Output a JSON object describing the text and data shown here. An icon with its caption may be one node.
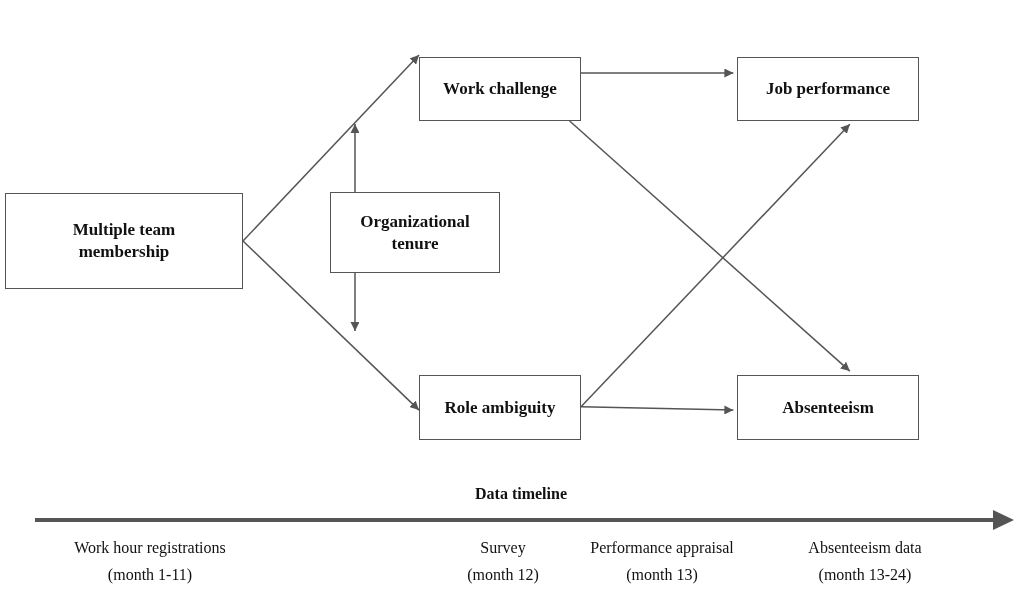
{
  "diagram": {
    "nodes": [
      {
        "text": [
          "Multiple team membership"
        ]
      },
      {
        "text": [
          "Work challenge"
        ]
      },
      {
        "text": [
          "Organizational tenure"
        ]
      },
      {
        "text": [
          "Role ambiguity"
        ]
      },
      {
        "text": [
          "Job performance"
        ]
      },
      {
        "text": [
          "Absenteeism"
        ]
      }
    ],
    "edges": [
      {
        "from": 0,
        "to": 1,
        "arrow": "to"
      },
      {
        "from": 0,
        "to": 3,
        "arrow": "to"
      },
      {
        "from": 2,
        "to": null,
        "arrow": "to"
      },
      {
        "from": 2,
        "to": null,
        "arrow": "to"
      },
      {
        "from": 1,
        "to": 4,
        "arrow": "to"
      },
      {
        "from": 1,
        "to": 5,
        "arrow": "to"
      },
      {
        "from": 3,
        "to": 4,
        "arrow": "to"
      },
      {
        "from": 3,
        "to": 5,
        "arrow": "to"
      }
    ],
    "labels": [
      "Data timeline",
      "Work hour registrations (month 1-11)",
      "Survey (month 12)",
      "Performance appraisal (month 13)",
      "Absenteeism data (month 13-24)"
    ]
  }
}
